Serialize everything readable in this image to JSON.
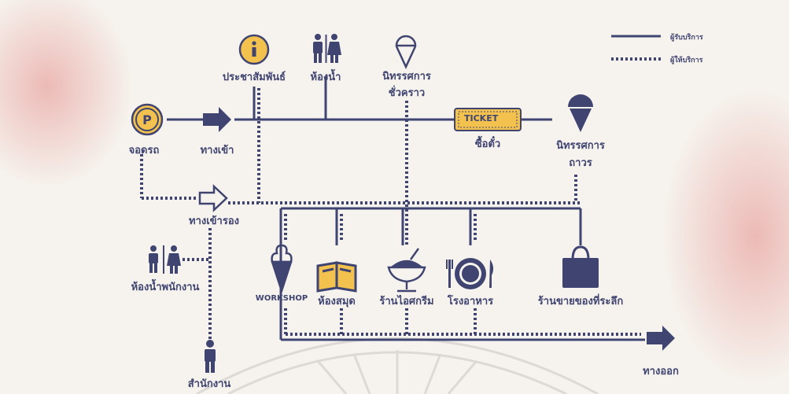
{
  "legend": {
    "solid_label": "ผู้รับบริการ",
    "dotted_label": "ผู้ให้บริการ"
  },
  "nodes": {
    "information": "ประชาสัมพันธ์",
    "restroom": "ห้องน้ำ",
    "temp_exhibition": [
      "นิทรรศการ",
      "ชั่วคราว"
    ],
    "parking": "จอดรถ",
    "entrance": "ทางเข้า",
    "ticket_booth": "ซื้อตั๋ว",
    "ticket_text": "TICKET",
    "perm_exhibition": [
      "นิทรรศการ",
      "ถาวร"
    ],
    "alt_entrance": "ทางเข้ารอง",
    "staff_restroom": "ห้องน้ำพนักงาน",
    "office": "สำนักงาน",
    "workshop": "WORKSHOP",
    "library": "ห้องสมุด",
    "ice_cream_shop": "ร้านไอศกรีม",
    "restaurant": "โรงอาหาร",
    "souvenir_shop": "ร้านขายของที่ระลึก",
    "exit": "ทางออก"
  },
  "colors": {
    "line": "#3f4470",
    "icon_yellow": "#f2c14e",
    "bg": "#f6f3ee",
    "watercolor": "#e9a7a3"
  }
}
